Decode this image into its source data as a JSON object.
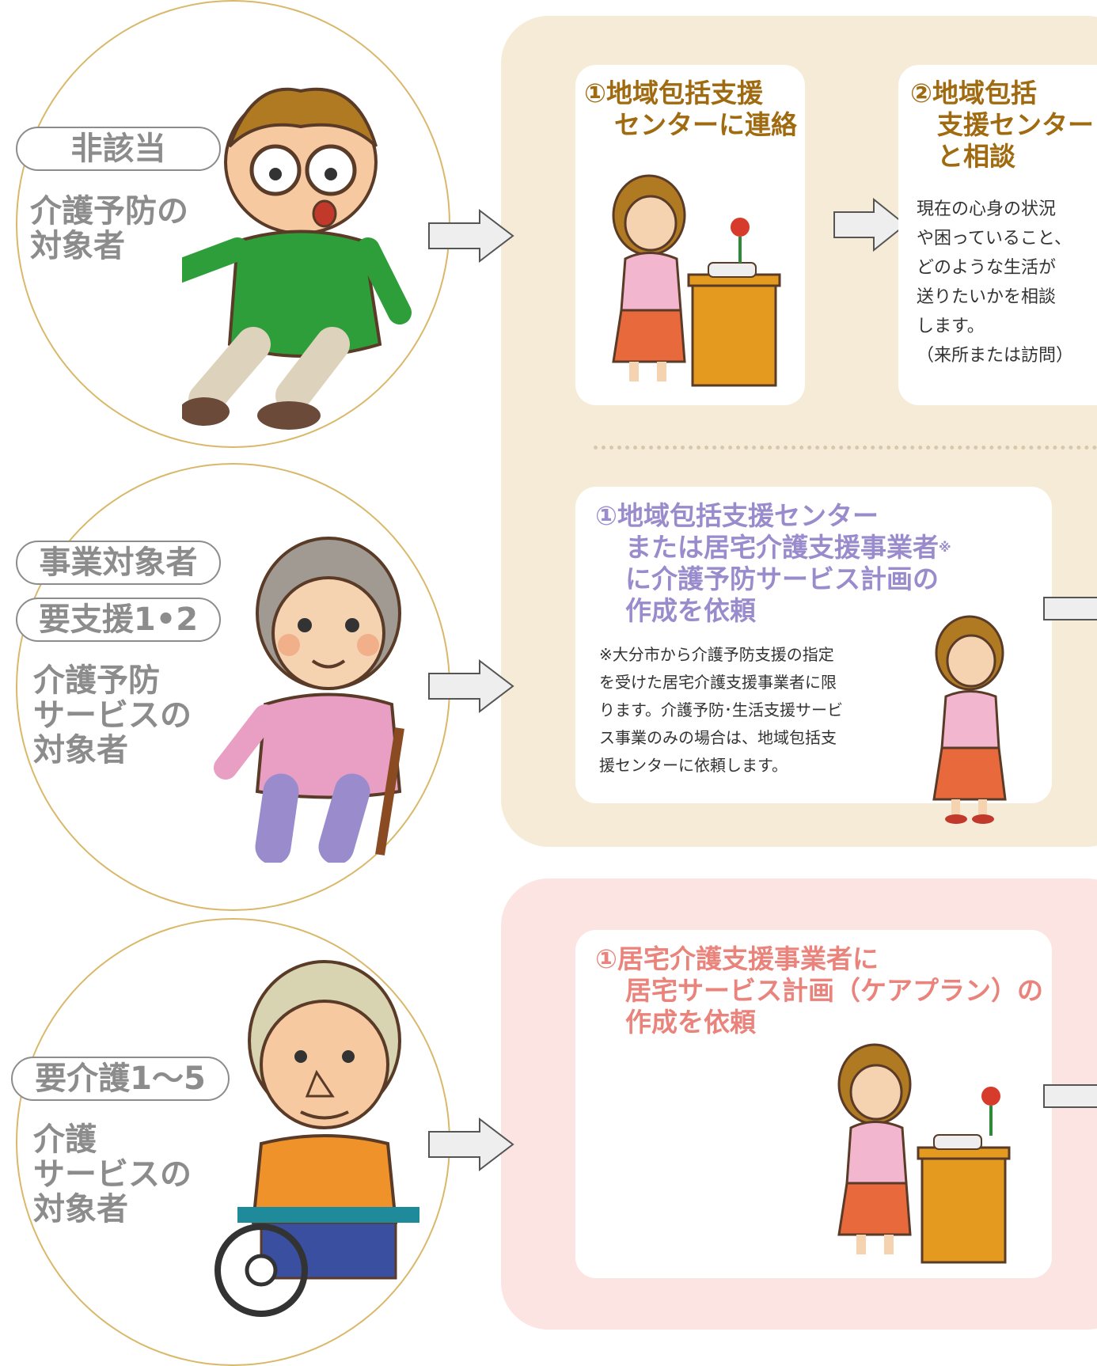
{
  "colors": {
    "circle_border": "#d9b86a",
    "label_gray": "#8c8c8c",
    "panel_beige": "#f5ebd6",
    "panel_pink": "#fbe4e2",
    "title_brown": "#a06a10",
    "title_purple": "#9a8ccc",
    "title_pink": "#e9837b"
  },
  "rows": [
    {
      "labels": [
        "非該当"
      ],
      "subtitle_lines": [
        "介護予防の",
        "対象者"
      ],
      "figure_icon": "old-man-stumbling"
    },
    {
      "labels": [
        "事業対象者",
        "要支援1•2"
      ],
      "subtitle_lines": [
        "介護予防",
        "サービスの",
        "対象者"
      ],
      "figure_icon": "old-woman-with-cane"
    },
    {
      "labels": [
        "要介護1〜5"
      ],
      "subtitle_lines": [
        "介護",
        "サービスの",
        "対象者"
      ],
      "figure_icon": "old-man-in-wheelchair"
    }
  ],
  "steps": {
    "s1": {
      "title_lines": [
        "①地域包括支援",
        "センターに連絡"
      ],
      "figure_icon": "woman-on-phone-icon"
    },
    "s2": {
      "title_lines": [
        "②地域包括",
        "支援センター",
        "と相談"
      ],
      "body_lines": [
        "現在の心身の状況",
        "や困っていること、",
        "どのような生活が",
        "送りたいかを相談",
        "します。",
        "（来所または訪問）"
      ]
    },
    "s3": {
      "title_lines": [
        "①地域包括支援センター",
        "または居宅介護支援事業者",
        "に介護予防サービス計画の",
        "作成を依頼"
      ],
      "title_mark": "※",
      "note_lines": [
        "※大分市から介護予防支援の指定",
        "を受けた居宅介護支援事業者に限",
        "ります。介護予防･生活支援サービ",
        "ス事業のみの場合は、地域包括支",
        "援センターに依頼します。"
      ],
      "figure_icon": "woman-on-phone-icon"
    },
    "s4": {
      "title_lines": [
        "①居宅介護支援事業者に",
        "居宅サービス計画（ケアプラン）の",
        "作成を依頼"
      ],
      "figure_icon": "woman-on-phone-icon"
    }
  }
}
